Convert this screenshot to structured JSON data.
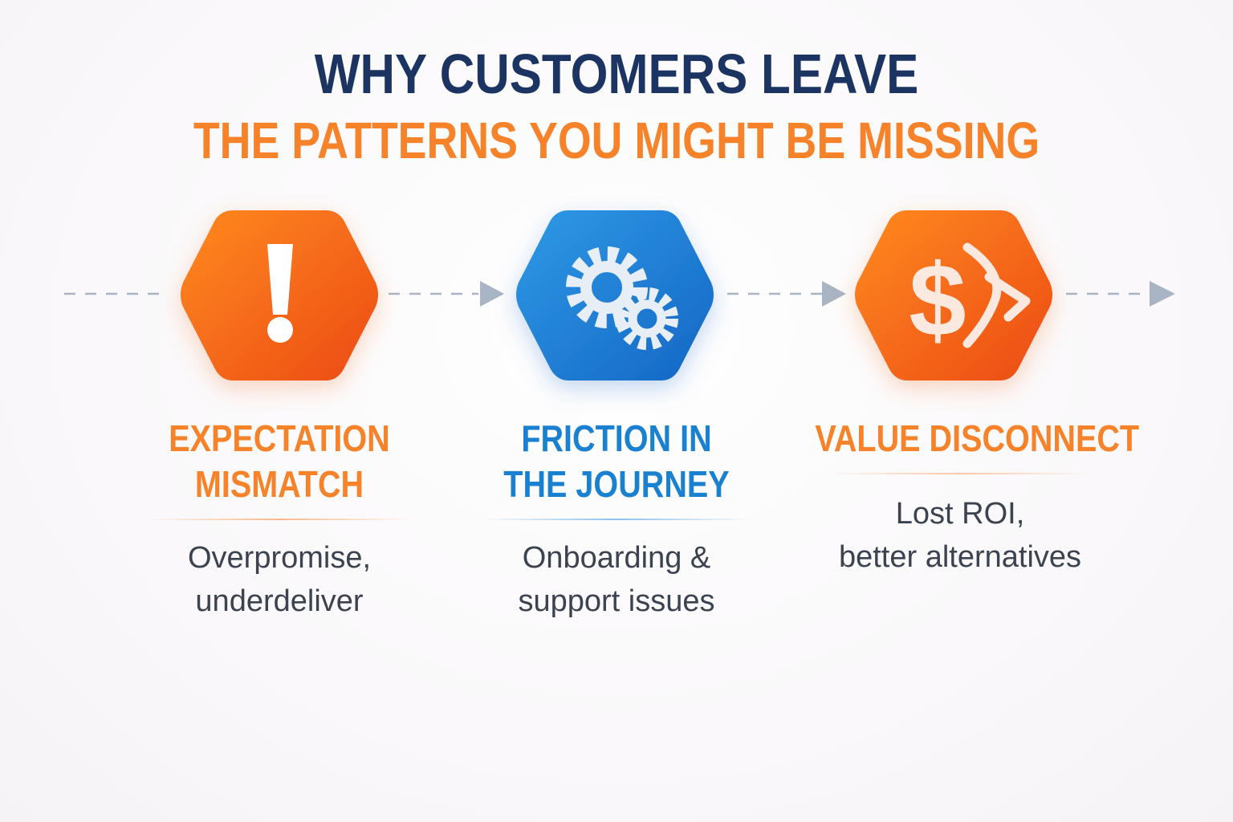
{
  "title": "WHY CUSTOMERS LEAVE",
  "subtitle": "THE PATTERNS YOU MIGHT BE MISSING",
  "colors": {
    "navy": "#1c3461",
    "orange": "#f6832a",
    "blue": "#1a80d0",
    "text": "#3b4350",
    "connector": "#a9b4c4"
  },
  "steps": [
    {
      "icon": "exclamation-icon",
      "heading_lines": [
        "EXPECTATION",
        "MISMATCH"
      ],
      "body_lines": [
        "Overpromise,",
        "underdeliver"
      ],
      "color": "#f6832a"
    },
    {
      "icon": "gears-icon",
      "heading_lines": [
        "FRICTION IN",
        "THE JOURNEY"
      ],
      "body_lines": [
        "Onboarding &",
        "support issues"
      ],
      "color": "#1a80d0"
    },
    {
      "icon": "dollar-leaving-icon",
      "heading_lines": [
        "VALUE DISCONNECT"
      ],
      "body_lines": [
        "Lost ROI,",
        "better alternatives"
      ],
      "color": "#f6832a"
    }
  ]
}
